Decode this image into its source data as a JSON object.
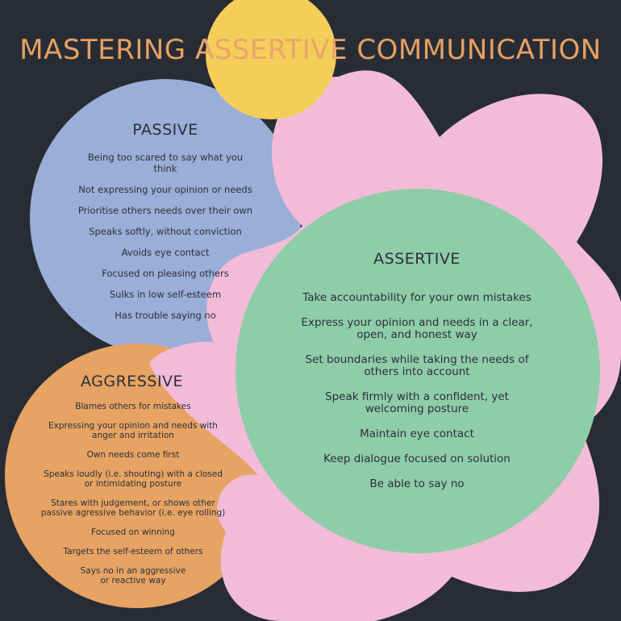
{
  "title": {
    "before": "MASTERING ",
    "highlight": "ASSERTIVE",
    "after": " COMMUNICATION"
  },
  "colors": {
    "background": "#282c34",
    "passive": "#9aaed8",
    "aggressive": "#e6a363",
    "assertive": "#8ecda8",
    "flower": "#f2bcd8",
    "sun": "#f5ce5a",
    "title": "#e6a163"
  },
  "passive": {
    "heading": "PASSIVE",
    "items": [
      "Being too scared to say what you think",
      "Not expressing your opinion or needs",
      "Prioritise others needs over their own",
      "Speaks softly, without conviction",
      "Avoids eye contact",
      "Focused on pleasing others",
      "Sulks in low self-esteem",
      "Has trouble saying no"
    ]
  },
  "aggressive": {
    "heading": "AGGRESSIVE",
    "items": [
      "Blames others for mistakes",
      "Expressing your opinion and needs with\nanger and irritation",
      "Own needs come first",
      "Speaks loudly (i.e. shouting) with a closed\nor intimidating posture",
      "Stares with judgement, or shows other\npassive agressive behavior (i.e. eye rolling)",
      "Focused on winning",
      "Targets the self-esteem of others",
      "Says no in an aggressive\nor reactive way"
    ]
  },
  "assertive": {
    "heading": "ASSERTIVE",
    "items": [
      "Take accountability for your own mistakes",
      "Express your opinion and needs in a clear,\nopen, and honest way",
      "Set boundaries while taking the needs of\nothers into account",
      "Speak firmly with a confident, yet\nwelcoming posture",
      "Maintain eye contact",
      "Keep dialogue focused on solution",
      "Be able to say no"
    ]
  }
}
